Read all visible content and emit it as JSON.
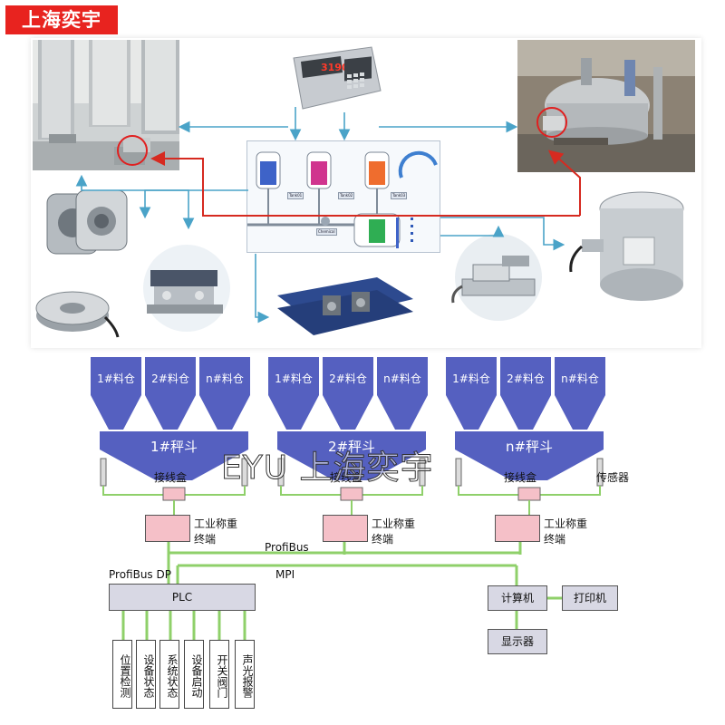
{
  "header": {
    "brand": "上海奕宇"
  },
  "indicator": {
    "display": "3190"
  },
  "scada": {
    "tanks": [
      "Tank01",
      "Tank02",
      "Tank03"
    ],
    "mix": "Chemical"
  },
  "system": {
    "bins": [
      [
        "1#料仓",
        "2#料仓",
        "n#料仓"
      ],
      [
        "1#料仓",
        "2#料仓",
        "n#料仓"
      ],
      [
        "1#料仓",
        "2#料仓",
        "n#料仓"
      ]
    ],
    "hoppers": [
      "1#秤斗",
      "2#秤斗",
      "n#秤斗"
    ],
    "junction_box": "接线盒",
    "sensor": "传感器",
    "terminal_line1": "工业称重",
    "terminal_line2": "终端",
    "profibus": "ProfiBus",
    "profibus_dp": "ProfiBus DP",
    "mpi": "MPI",
    "plc": "PLC",
    "computer": "计算机",
    "printer": "打印机",
    "monitor": "显示器",
    "io": [
      "位置检测",
      "设备状态",
      "系统状态",
      "设备启动",
      "开关阀门",
      "声光报警"
    ],
    "watermark": "EYU 上海奕宇"
  },
  "colors": {
    "brand_red": "#e8231f",
    "hopper_blue": "#5560c0",
    "bus_green": "#8fd06a",
    "terminal_pink": "#f5c0c8",
    "arrow_blue": "#4aa3c8",
    "arrow_red": "#d62a20"
  }
}
